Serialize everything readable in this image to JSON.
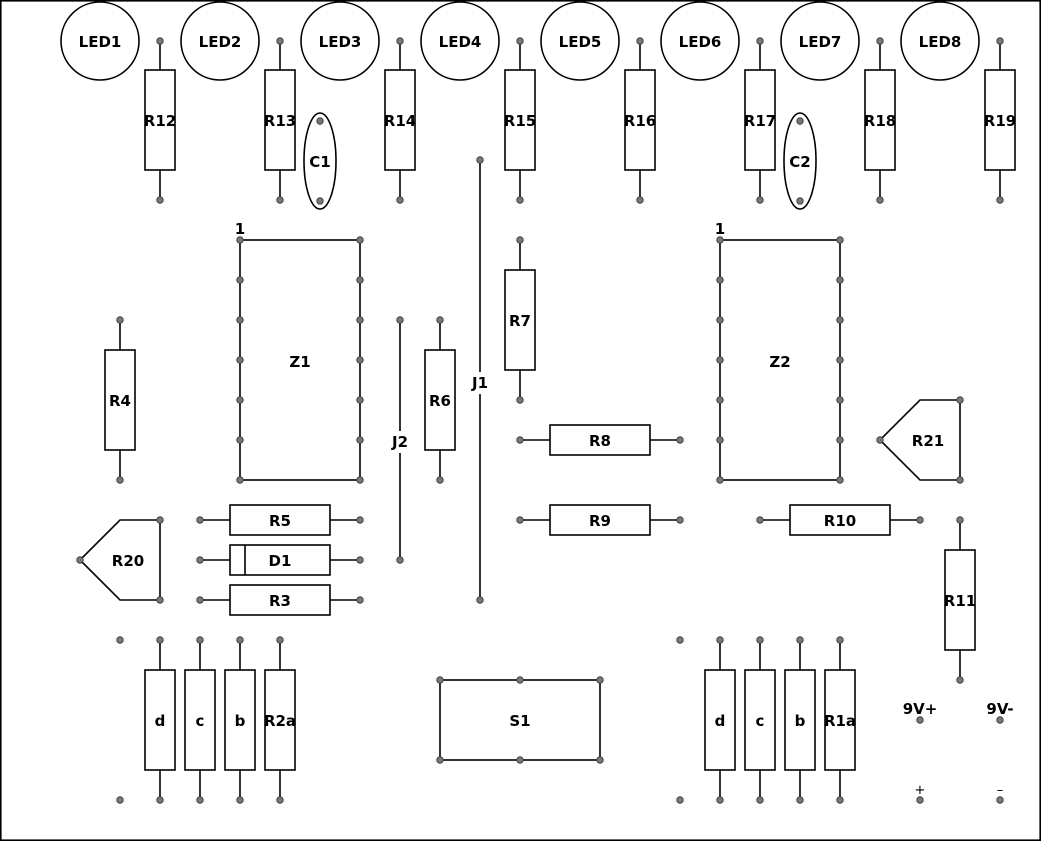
{
  "labels": {
    "led1": "LED1",
    "led2": "LED2",
    "led3": "LED3",
    "led4": "LED4",
    "led5": "LED5",
    "led6": "LED6",
    "led7": "LED7",
    "led8": "LED8",
    "r12": "R12",
    "r13": "R13",
    "r14": "R14",
    "r15": "R15",
    "r16": "R16",
    "r17": "R17",
    "r18": "R18",
    "r19": "R19",
    "c1": "C1",
    "c2": "C2",
    "z1": "Z1",
    "z2": "Z2",
    "pin1_z1": "1",
    "pin1_z2": "1",
    "r4": "R4",
    "r6": "R6",
    "r7": "R7",
    "j1": "J1",
    "j2": "J2",
    "r8": "R8",
    "r9": "R9",
    "r10": "R10",
    "r21": "R21",
    "r11": "R11",
    "r5": "R5",
    "d1": "D1",
    "r3": "R3",
    "r20": "R20",
    "d_left": "d",
    "c_left": "c",
    "b_left": "b",
    "r2a": "R2a",
    "s1": "S1",
    "d_right": "d",
    "c_right": "c",
    "b_right": "b",
    "r1a": "R1a",
    "plus_label": "9V+",
    "minus_label": "9V-",
    "plus_sign": "+",
    "minus_sign": "–"
  }
}
